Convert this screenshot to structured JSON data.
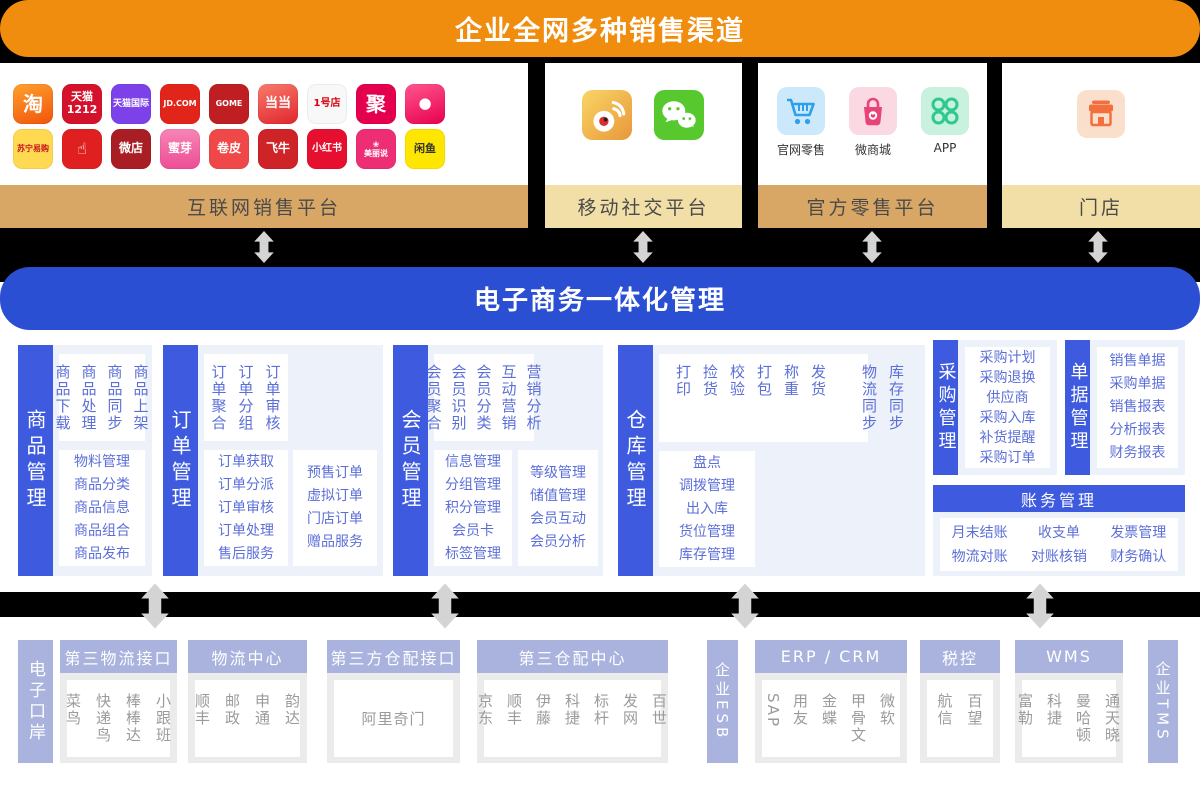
{
  "banner_top": {
    "title": "企业全网多种销售渠道",
    "bg": "#F08C0E"
  },
  "banner_mid": {
    "title": "电子商务一体化管理",
    "bg": "#2B4FD3"
  },
  "palette": {
    "backdrop": "#000000",
    "orange": "#F08C0E",
    "blue_banner": "#2B4FD3",
    "module_blue": "#3E5BE0",
    "module_bg": "#EDF1F9",
    "module_text": "#5C6FD8",
    "tan_dark": "#D9A765",
    "tan_light": "#F2DFA7",
    "bottom_purple": "#A9B3DE",
    "bottom_card_bg": "#EBEBEB",
    "bottom_text": "#9B9B9B",
    "arrow_gray": "#D4D4D4"
  },
  "channels": [
    {
      "label": "互联网销售平台",
      "bar_color": "#D9A765",
      "apps": [
        {
          "name": "taobao-icon",
          "label": "淘",
          "fs": "20px",
          "bg": "linear-gradient(160deg,#FFA12E,#F1540A)"
        },
        {
          "name": "tmall-1212-icon",
          "label": "天猫\n1212",
          "fs": "11px",
          "bg": "#D5122B"
        },
        {
          "name": "tmall-global-icon",
          "label": "天猫国际",
          "fs": "9px",
          "bg": "#7C41E8"
        },
        {
          "name": "jd-icon",
          "label": "JD.COM",
          "fs": "8px",
          "bg": "#E1251B"
        },
        {
          "name": "gome-icon",
          "label": "GOME",
          "fs": "8px",
          "bg": "#BF1E23"
        },
        {
          "name": "dangdang-icon",
          "label": "当当",
          "fs": "13px",
          "bg": "linear-gradient(160deg,#F97B6C,#E0252C)"
        },
        {
          "name": "yihaodian-icon",
          "label": "1号店",
          "fs": "10px",
          "bg": "#F8F8F8",
          "fg": "#D7000F"
        },
        {
          "name": "juhuasuan-icon",
          "label": "聚",
          "fs": "20px",
          "bg": "#E5004F"
        },
        {
          "name": "mogujie-icon",
          "label": "●",
          "fs": "15px",
          "bg": "linear-gradient(160deg,#FF568D,#E8004F)"
        },
        {
          "name": "suning-icon",
          "label": "苏宁易购",
          "fs": "8px",
          "bg": "#FFD951",
          "fg": "#C8161D"
        },
        {
          "name": "youzan-icon",
          "label": "☝",
          "fs": "16px",
          "bg": "#E02020"
        },
        {
          "name": "weidian-icon",
          "label": "微店",
          "fs": "12px",
          "bg": "#A81E24"
        },
        {
          "name": "miya-icon",
          "label": "蜜芽",
          "fs": "12px",
          "bg": "linear-gradient(180deg,#F685B5,#EE4D96)"
        },
        {
          "name": "juanpi-icon",
          "label": "卷皮",
          "fs": "12px",
          "bg": "#F04848"
        },
        {
          "name": "feiniu-icon",
          "label": "飞牛",
          "fs": "12px",
          "bg": "#CE2327"
        },
        {
          "name": "xiaohongshu-icon",
          "label": "小红书",
          "fs": "10px",
          "bg": "#E60F2F"
        },
        {
          "name": "meilishuo-icon",
          "label": "❀\n美丽说",
          "fs": "8px",
          "bg": "#EE2E74"
        },
        {
          "name": "xianyu-icon",
          "label": "闲鱼",
          "fs": "11px",
          "bg": "#FFE600",
          "fg": "#333333"
        }
      ]
    },
    {
      "label": "移动社交平台",
      "bar_color": "#F2DFA7",
      "apps": [
        {
          "name": "weibo-icon"
        },
        {
          "name": "wechat-icon"
        }
      ]
    },
    {
      "label": "官方零售平台",
      "bar_color": "#D9A765",
      "apps": [
        {
          "name": "web-retail-cart-icon",
          "caption": "官网零售"
        },
        {
          "name": "micro-mall-bag-icon",
          "caption": "微商城"
        },
        {
          "name": "app-grid-icon",
          "caption": "APP"
        }
      ]
    },
    {
      "label": "门店",
      "bar_color": "#F2DFA7",
      "apps": [
        {
          "name": "storefront-icon"
        }
      ]
    }
  ],
  "modules": {
    "shangpin": {
      "label": "商品管理",
      "top_words": [
        "商品下载",
        "商品处理",
        "商品同步",
        "商品上架"
      ],
      "list": [
        "物料管理",
        "商品分类",
        "商品信息",
        "商品组合",
        "商品发布"
      ]
    },
    "dingdan": {
      "label": "订单管理",
      "top_words": [
        "订单聚合",
        "订单分组",
        "订单审核"
      ],
      "list1": [
        "订单获取",
        "订单分派",
        "订单审核",
        "订单处理",
        "售后服务"
      ],
      "list2": [
        "预售订单",
        "虚拟订单",
        "门店订单",
        "赠品服务"
      ]
    },
    "huiyuan": {
      "label": "会员管理",
      "top_words": [
        "会员聚合",
        "会员识别",
        "会员分类",
        "互动营销",
        "营销分析"
      ],
      "list1": [
        "信息管理",
        "分组管理",
        "积分管理",
        "会员卡",
        "标签管理"
      ],
      "list2": [
        "等级管理",
        "储值管理",
        "会员互动",
        "会员分析"
      ]
    },
    "cangku": {
      "label": "仓库管理",
      "top_words1": [
        "打印",
        "捡货",
        "校验",
        "打包",
        "称重",
        "发货"
      ],
      "top_words2": [
        "物流同步",
        "库存同步"
      ],
      "list": [
        "盘点",
        "调拨管理",
        "出入库",
        "货位管理",
        "库存管理"
      ]
    },
    "caigou": {
      "label": "采购管理",
      "list": [
        "采购计划",
        "采购退换",
        "供应商",
        "采购入库",
        "补货提醒",
        "采购订单"
      ]
    },
    "danju": {
      "label": "单据管理",
      "list": [
        "销售单据",
        "采购单据",
        "销售报表",
        "分析报表",
        "财务报表"
      ]
    },
    "zhangwu": {
      "label": "账务管理",
      "cols": [
        [
          "月末结账",
          "物流对账"
        ],
        [
          "收支单",
          "对账核销"
        ],
        [
          "发票管理",
          "财务确认"
        ]
      ]
    }
  },
  "bottom": {
    "port_bar": "电子口岸",
    "esb_bar": "企业ESB",
    "tms_bar": "企业TMS",
    "logistics_api": {
      "title": "第三物流接口",
      "words": [
        "菜鸟",
        "快递鸟",
        "棒棒达",
        "小跟班"
      ]
    },
    "logistics_center": {
      "title": "物流中心",
      "words": [
        "顺丰",
        "邮政",
        "申通",
        "韵达"
      ]
    },
    "warehouse_api": {
      "title": "第三方仓配接口",
      "text": "阿里奇门"
    },
    "warehouse_center": {
      "title": "第三仓配中心",
      "words": [
        "京东",
        "顺丰",
        "伊藤",
        "科捷",
        "标杆",
        "发网",
        "百世"
      ]
    },
    "erp_crm": {
      "title": "ERP / CRM",
      "words": [
        "SAP",
        "用友",
        "金蝶",
        "甲骨文",
        "微软"
      ]
    },
    "tax": {
      "title": "税控",
      "words": [
        "航信",
        "百望"
      ]
    },
    "wms": {
      "title": "WMS",
      "words": [
        "富勒",
        "科捷",
        "曼哈顿",
        "通天晓"
      ]
    }
  }
}
